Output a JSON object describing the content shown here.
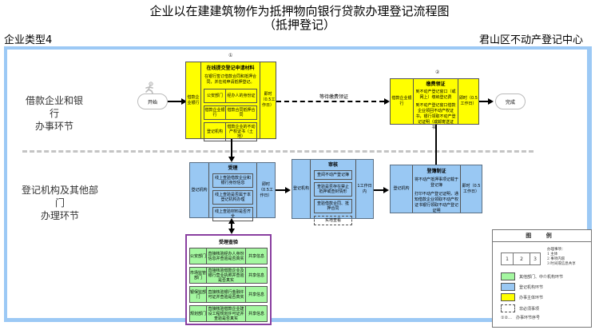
{
  "title": {
    "line1": "企业以在建建筑物作为抵押物向银行贷款办理登记流程图",
    "line2": "（抵押登记）"
  },
  "header": {
    "left": "企业类型4",
    "right": "君山区不动产登记中心"
  },
  "lanes": {
    "top": [
      "借款企业和银行",
      "办事环节"
    ],
    "bottom": [
      "登记机构及其他部门",
      "办理环节"
    ]
  },
  "terminals": {
    "start": "开始",
    "end": "完成"
  },
  "connector_labels": {
    "wait": "等待缴费领证"
  },
  "steps": [
    {
      "id": "apply",
      "number": "①",
      "actor": "借款企业银行",
      "heading": "在线提交登记申请材料",
      "desc": "在银行签订借款合同和抵押合同，并在线申请抵押登记。",
      "rows": [
        {
          "left": "公安部门",
          "right": "经办人的身份证"
        },
        {
          "left": "借款企业银行",
          "right": "借款合同抵押合同"
        },
        {
          "left": "登记机构",
          "right": "借款企业的不动产权证书（土地）"
        }
      ],
      "time": "即时（0.5工作日）",
      "color": "#ffff00"
    },
    {
      "id": "accept",
      "actor": "登记机构",
      "heading": "受理",
      "items": [
        "线上查验借款企业和银行身份信息",
        "线上查验是否属于本登记机构办理",
        "线上查验材料是否齐全"
      ],
      "time": "即时（0.5工作日）",
      "color": "#99c8f3"
    },
    {
      "id": "review",
      "actor": "登记机构",
      "heading": "审核",
      "items": [
        "查阅不动产登记簿",
        "查验是否存在禁止抵押或查封情形",
        "查验借款合同、抵押合同"
      ],
      "optional_item": "实地查看",
      "time": "1工作日内",
      "color": "#99c8f3"
    },
    {
      "id": "register",
      "actor": "登记机构",
      "heading": "登簿制证",
      "paragraphs": [
        "将不动产抵押事项记载于登记簿",
        "打印不动产登记证明，通知借款企业领取不动产权证书银行领取不动产登记证明"
      ],
      "time": "即时（0.5工作日）",
      "color": "#99c8f3"
    },
    {
      "id": "pay",
      "number": "②",
      "actor": "借款企业银行",
      "heading": "缴费领证",
      "paragraphs": [
        "到不动产登记窗口（或网上）缴纳登记费",
        "到不动产登记窗口借款企业领回不动产权证书，银行领取不动产登记证明（或邮寄送证书）"
      ],
      "time": "即时（0.5工作日）",
      "color": "#ffff00"
    }
  ],
  "verification": {
    "heading": "受理查验",
    "rows": [
      {
        "dept": "公安部门",
        "content": "直接核验经办人身份信息并查验是否真实",
        "result": "共享信息"
      },
      {
        "dept": "市场监管部门",
        "content": "直接核验借款企业及银行营业执照并查验是否真实",
        "result": "共享信息"
      },
      {
        "dept": "银保监部门",
        "content": "直接核验银行金融许可证并查验是否真实",
        "result": "共享信息"
      },
      {
        "dept": "规划部门",
        "content": "直接核验借款企业建设工程规划许可证并查验是否真实",
        "result": "共享信息"
      }
    ]
  },
  "legend": {
    "title": "图 例",
    "example_cells": [
      "1",
      "2",
      "3"
    ],
    "example_notes": [
      "办理事项：",
      "1 主体",
      "2 事项内容",
      "3 时间或信息共享"
    ],
    "items": [
      {
        "label": "其他部门、中介机构环节",
        "color": "#a4f7a0"
      },
      {
        "label": "登记机构环节",
        "color": "#99c8f3"
      },
      {
        "label": "办事主体环节",
        "color": "#ffff00"
      },
      {
        "label": "非必须事项",
        "style": "dashed"
      },
      {
        "label": "办事环节序号",
        "marker": "①②…"
      }
    ]
  }
}
